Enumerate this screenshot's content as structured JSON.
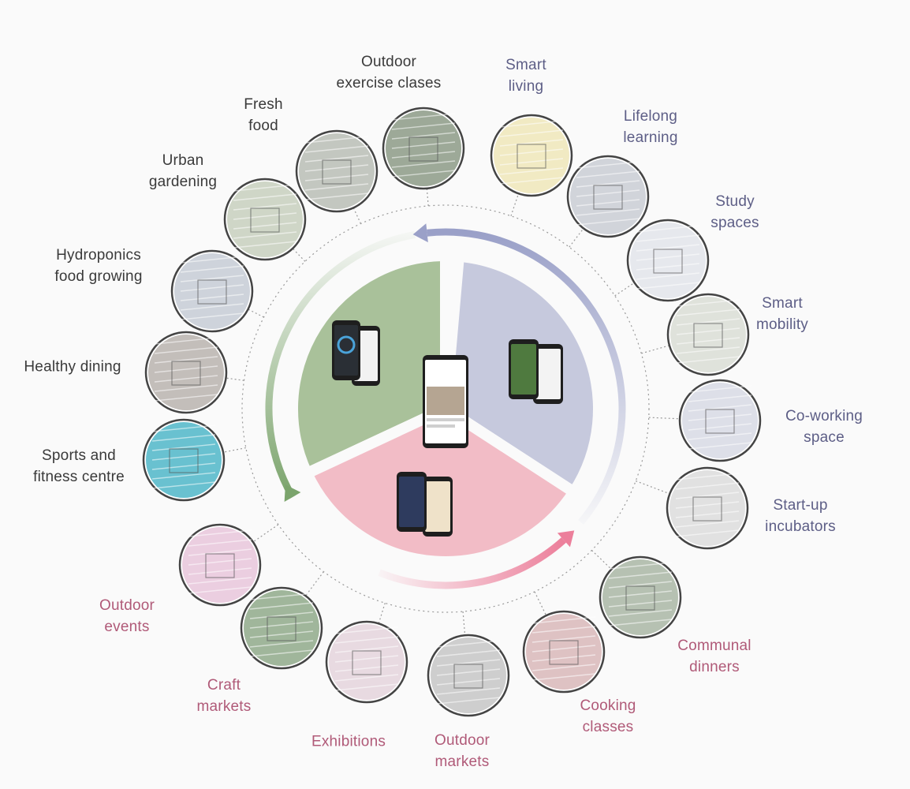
{
  "activities": [
    {
      "id": "outdoor-exercise-classes",
      "label": "Outdoor\nexercise clases",
      "group": "health",
      "fill": "#8c9a86"
    },
    {
      "id": "fresh-food",
      "label": "Fresh\nfood",
      "group": "health",
      "fill": "#b9bdb5"
    },
    {
      "id": "urban-gardening",
      "label": "Urban\ngardening",
      "group": "health",
      "fill": "#c7cfbd"
    },
    {
      "id": "hydroponics-food-growing",
      "label": "Hydroponics\nfood growing",
      "group": "health",
      "fill": "#c5cbd5"
    },
    {
      "id": "healthy-dining",
      "label": "Healthy dining",
      "group": "health",
      "fill": "#b8b3ae"
    },
    {
      "id": "sports-and-fitness-centre",
      "label": "Sports and\nfitness centre",
      "group": "health",
      "fill": "#4fb6c8"
    },
    {
      "id": "smart-living",
      "label": "Smart\nliving",
      "group": "innovation",
      "fill": "#efe6b8"
    },
    {
      "id": "lifelong-learning",
      "label": "Lifelong\nlearning",
      "group": "innovation",
      "fill": "#c9ccd4"
    },
    {
      "id": "study-spaces",
      "label": "Study\nspaces",
      "group": "innovation",
      "fill": "#e2e4ea"
    },
    {
      "id": "smart-mobility",
      "label": "Smart\nmobility",
      "group": "innovation",
      "fill": "#d9ddd5"
    },
    {
      "id": "co-working-space",
      "label": "Co-working\nspace",
      "group": "innovation",
      "fill": "#d7d9e4"
    },
    {
      "id": "start-up-incubators",
      "label": "Start-up\nincubators",
      "group": "innovation",
      "fill": "#dcdcdc"
    },
    {
      "id": "communal-dinners",
      "label": "Communal\ndinners",
      "group": "culture",
      "fill": "#a9b6a4"
    },
    {
      "id": "cooking-classes",
      "label": "Cooking\nclasses",
      "group": "culture",
      "fill": "#d8b7b9"
    },
    {
      "id": "outdoor-markets",
      "label": "Outdoor\nmarkets",
      "group": "culture",
      "fill": "#c6c6c6"
    },
    {
      "id": "exhibitions",
      "label": "Exhibitions",
      "group": "culture",
      "fill": "#e4d3dc"
    },
    {
      "id": "craft-markets",
      "label": "Craft\nmarkets",
      "group": "culture",
      "fill": "#8fa98a"
    },
    {
      "id": "outdoor-events",
      "label": "Outdoor\nevents",
      "group": "culture",
      "fill": "#e7c6da"
    }
  ],
  "colors": {
    "health": "#a9c19a",
    "innovation": "#c6c9dd",
    "culture": "#f2bcc6",
    "health_arrow": "#7ba46c",
    "innovation_arrow": "#9aa0c8",
    "culture_arrow": "#ec7f9b",
    "health_text": "#3a3a3a",
    "innovation_text": "#5d5e86",
    "culture_text": "#b05a78"
  },
  "icons": [
    "phone-icon",
    "arrow-icon",
    "photo-thumbnail"
  ]
}
